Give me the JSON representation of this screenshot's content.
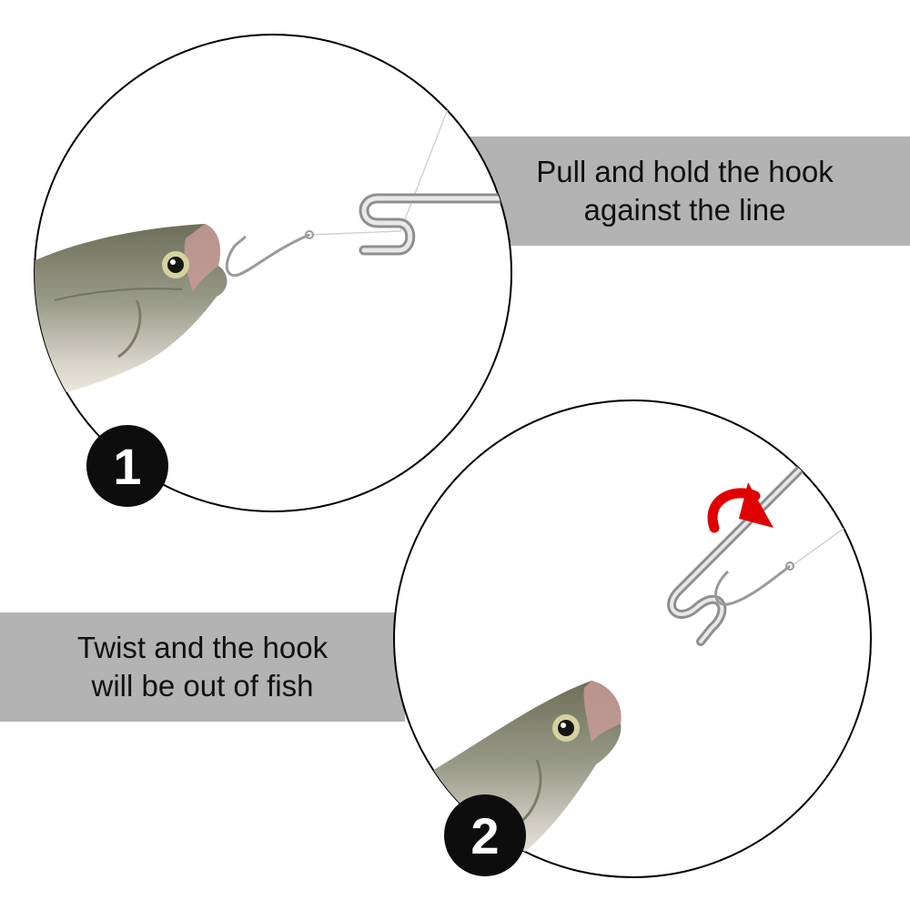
{
  "steps": [
    {
      "number": "1",
      "caption_lines": [
        "Pull and hold the hook",
        "against the line"
      ]
    },
    {
      "number": "2",
      "caption_lines": [
        "Twist and the hook",
        "will be out of fish"
      ]
    }
  ],
  "colors": {
    "banner": "#b3b3b3",
    "badge": "#0d0d0d",
    "rotation_arrow": "#e00000",
    "background": "#ffffff"
  },
  "icons": {
    "rotation": "curved-arrow-icon"
  }
}
